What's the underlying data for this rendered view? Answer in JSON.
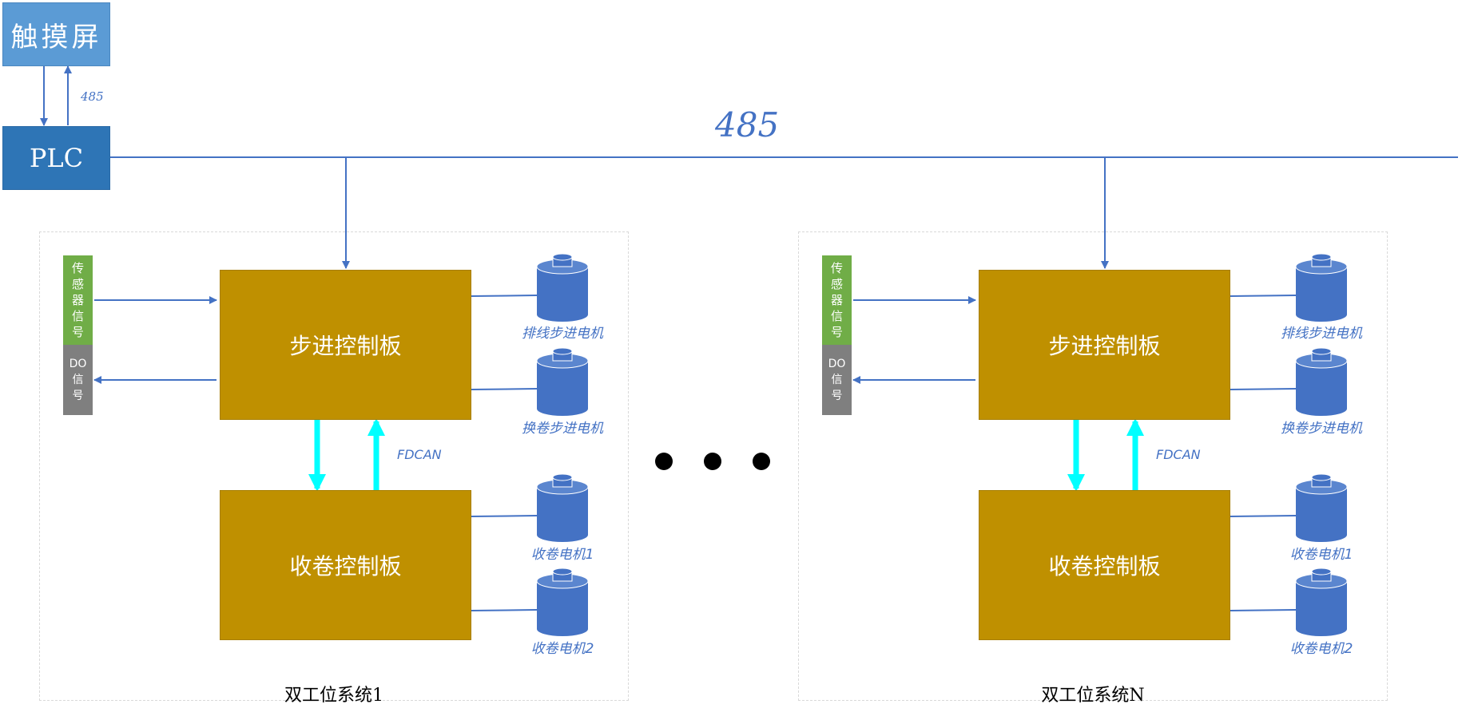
{
  "hmi": {
    "label": "触摸屏"
  },
  "plc": {
    "label": "PLC"
  },
  "bus": {
    "main_label": "485",
    "hmi_link_label": "485"
  },
  "groups": [
    {
      "title": "双工位系统1",
      "stepper_board": "步进控制板",
      "winder_board": "收卷控制板",
      "sensor_signal": [
        "传",
        "感",
        "器",
        "信",
        "号"
      ],
      "do_signal": [
        "DO",
        "信",
        "号"
      ],
      "link_label": "FDCAN",
      "motors": [
        "排线步进电机",
        "换卷步进电机",
        "收卷电机1",
        "收卷电机2"
      ]
    },
    {
      "title": "双工位系统N",
      "stepper_board": "步进控制板",
      "winder_board": "收卷控制板",
      "sensor_signal": [
        "传",
        "感",
        "器",
        "信",
        "号"
      ],
      "do_signal": [
        "DO",
        "信",
        "号"
      ],
      "link_label": "FDCAN",
      "motors": [
        "排线步进电机",
        "换卷步进电机",
        "收卷电机1",
        "收卷电机2"
      ]
    }
  ],
  "colors": {
    "hmi": "#5b9bd5",
    "plc": "#2e75b6",
    "board": "#bf9000",
    "sensor": "#70ad47",
    "do": "#7f7f7f",
    "motor": "#4472c4",
    "bus_line": "#4472c4",
    "fdcan_arrow": "#00ffff"
  }
}
